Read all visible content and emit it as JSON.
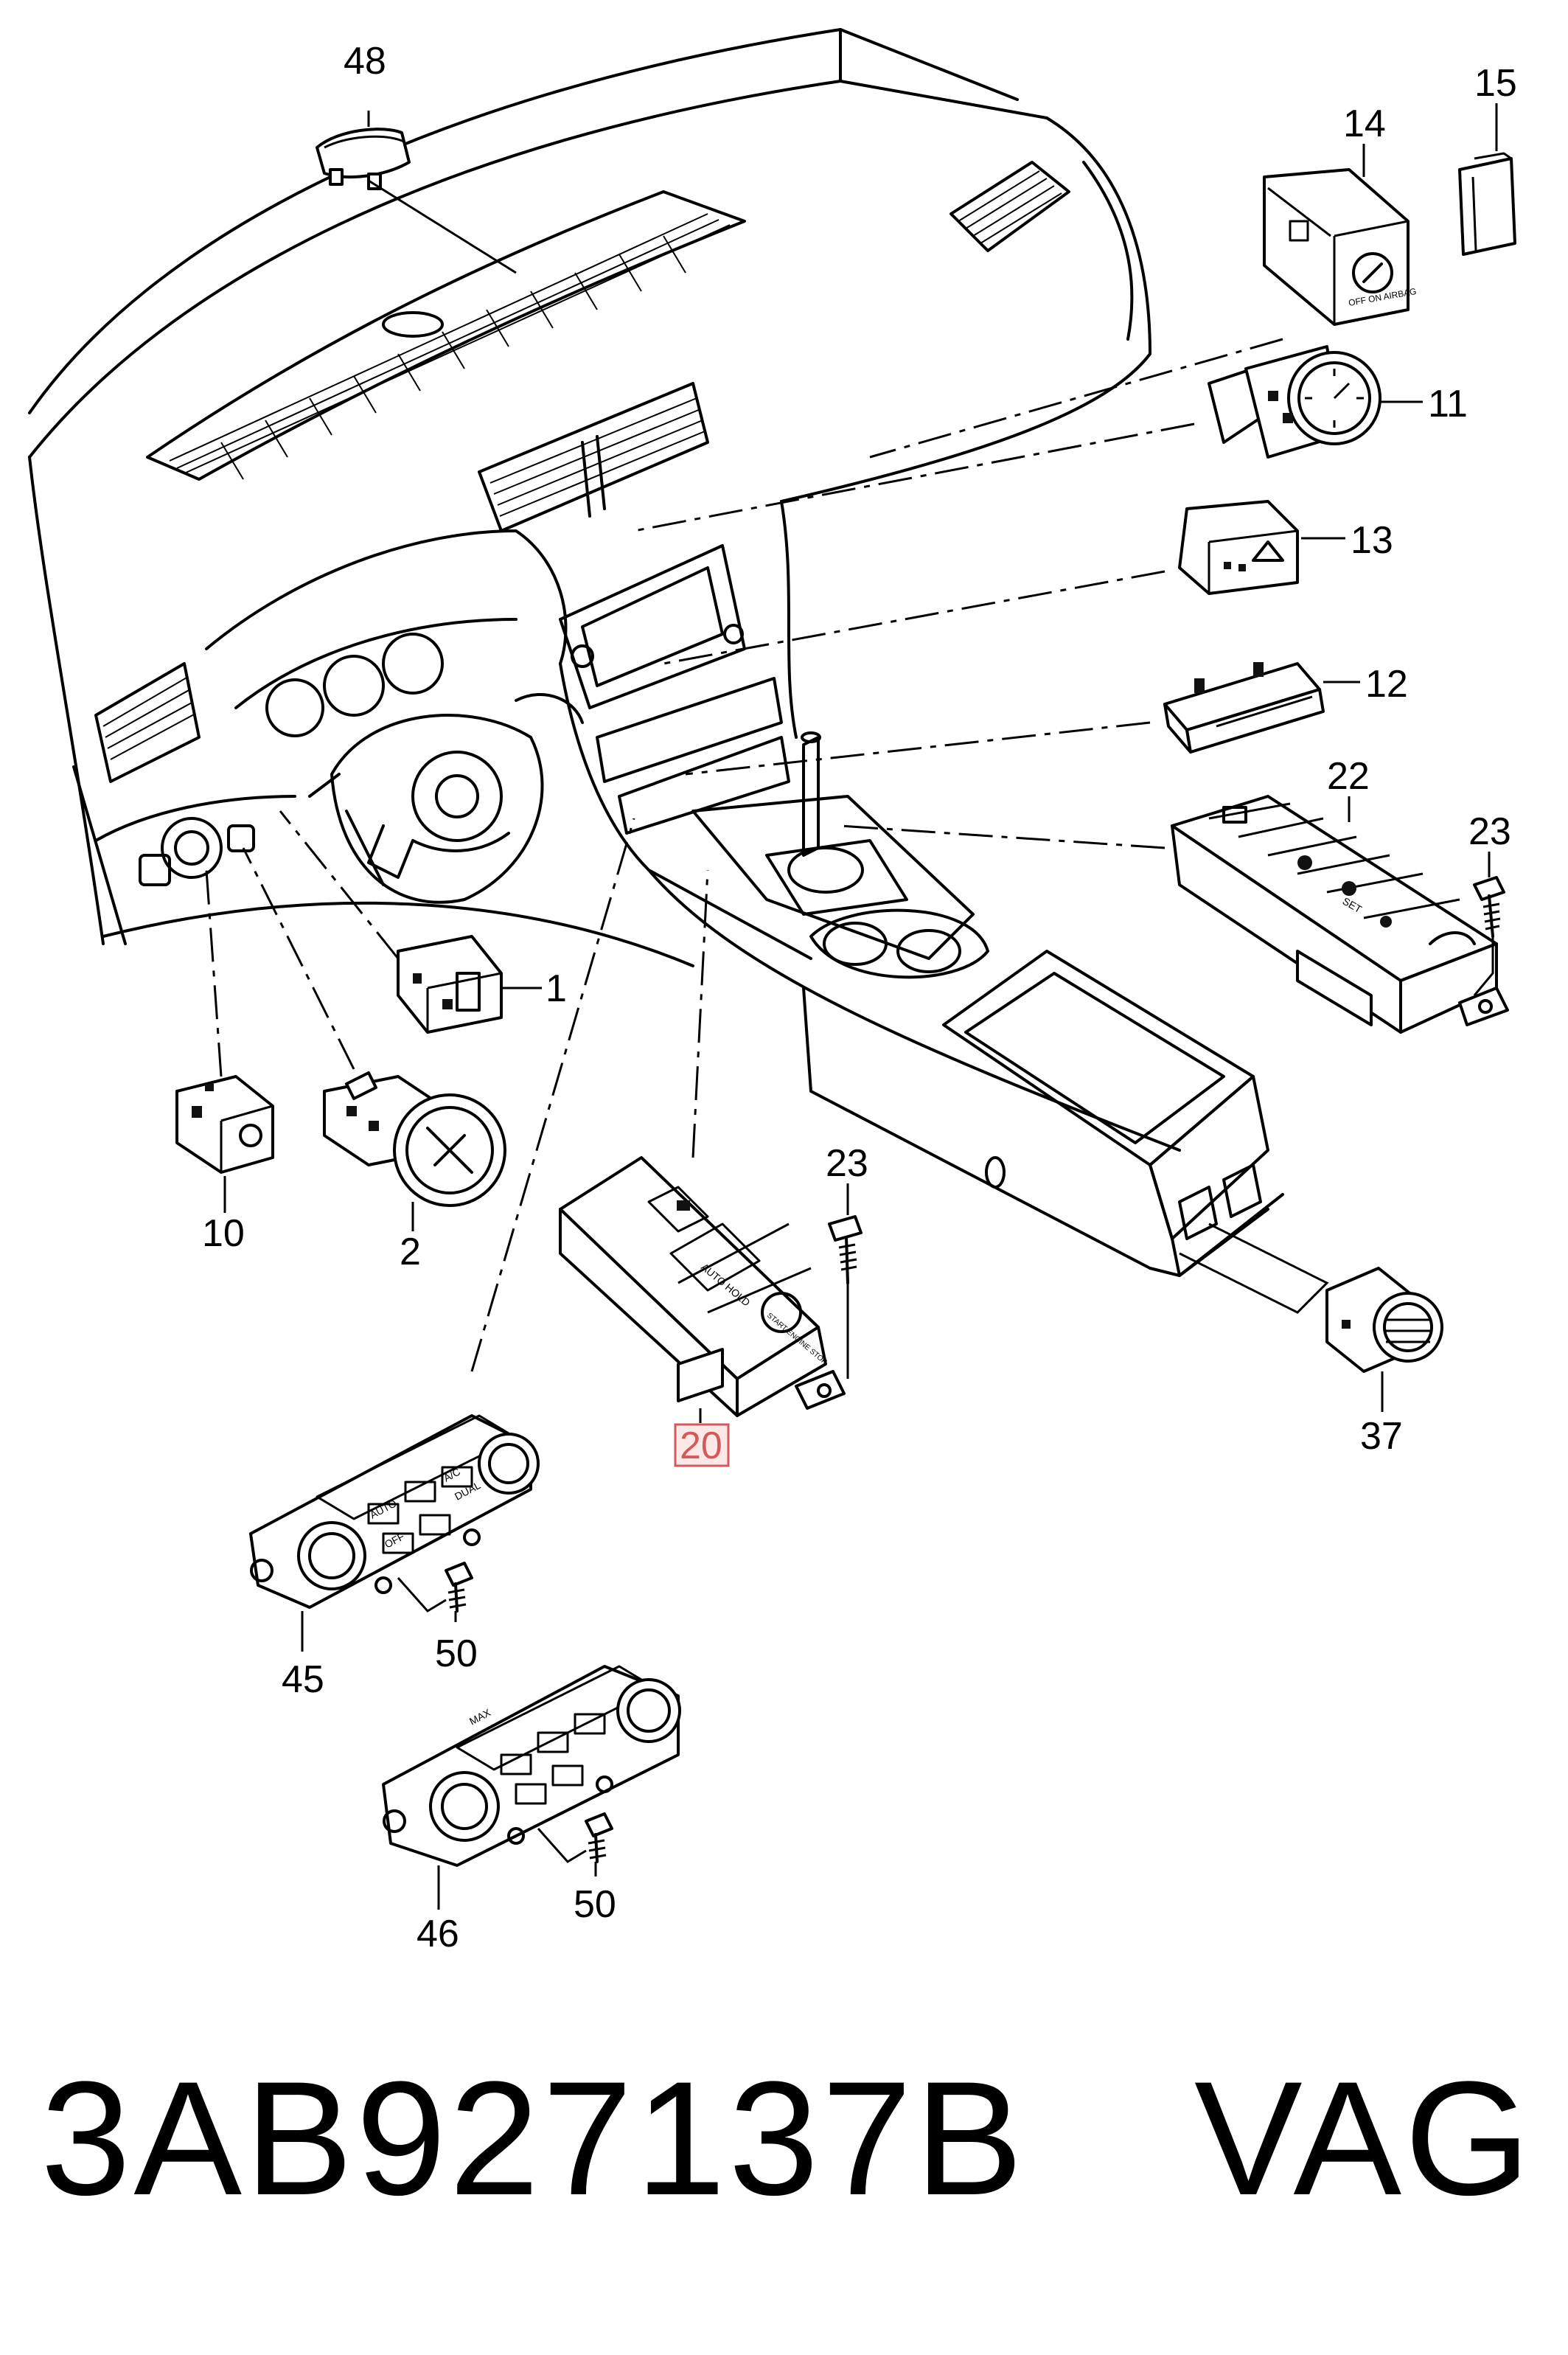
{
  "diagram": {
    "callouts": [
      {
        "id": "48",
        "text": "48"
      },
      {
        "id": "15",
        "text": "15"
      },
      {
        "id": "14",
        "text": "14"
      },
      {
        "id": "11",
        "text": "11"
      },
      {
        "id": "13",
        "text": "13"
      },
      {
        "id": "12",
        "text": "12"
      },
      {
        "id": "22",
        "text": "22"
      },
      {
        "id": "23a",
        "text": "23"
      },
      {
        "id": "1",
        "text": "1"
      },
      {
        "id": "10",
        "text": "10"
      },
      {
        "id": "2",
        "text": "2"
      },
      {
        "id": "23b",
        "text": "23"
      },
      {
        "id": "20",
        "text": "20",
        "highlighted": true
      },
      {
        "id": "37",
        "text": "37"
      },
      {
        "id": "45",
        "text": "45"
      },
      {
        "id": "50a",
        "text": "50"
      },
      {
        "id": "46",
        "text": "46"
      },
      {
        "id": "50b",
        "text": "50"
      }
    ],
    "highlight_color": "#d45a5a",
    "button_texts": {
      "auto_hold": "AUTO HOLD",
      "start_stop": "START ENGINE STOP",
      "ac": "A/C",
      "auto": "AUTO",
      "off": "OFF",
      "dual": "DUAL",
      "max": "MAX",
      "set": "SET",
      "airbag": "OFF ON AIRBAG"
    }
  },
  "footer": {
    "part_number": "3AB927137B",
    "brand": "VAG"
  }
}
